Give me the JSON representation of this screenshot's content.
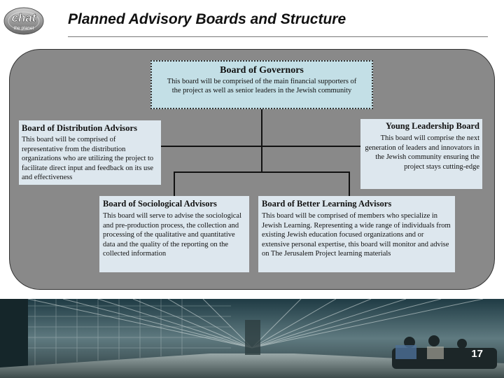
{
  "header": {
    "logo_line1": "chat",
    "logo_line2": "the planet",
    "title": "Planned Advisory Boards and Structure"
  },
  "boards": {
    "governors": {
      "title": "Board of Governors",
      "description": "This board will be comprised of the main financial supporters of the project as well as senior leaders in the Jewish community"
    },
    "distribution": {
      "title": "Board of Distribution Advisors",
      "description": "This board will be comprised of representative from the distribution organizations who are utilizing the project to facilitate direct input and feedback on its use and effectiveness"
    },
    "young_leadership": {
      "title": "Young Leadership Board",
      "description": "This board will comprise the next generation of leaders and innovators in the Jewish community ensuring the project stays cutting-edge"
    },
    "sociological": {
      "title": "Board of Sociological Advisors",
      "description": "This board will serve to advise the sociological and pre-production process, the collection and processing of the qualitative and quantitative data and the quality of the reporting on the collected information"
    },
    "better_learning": {
      "title": "Board of Better Learning Advisors",
      "description": "This board will be comprised of members who specialize in Jewish Learning.  Representing a wide range of individuals from existing Jewish education focused organizations and or extensive personal expertise, this board will monitor and advise on The Jerusalem Project learning materials"
    }
  },
  "footer": {
    "page_number": "17"
  }
}
